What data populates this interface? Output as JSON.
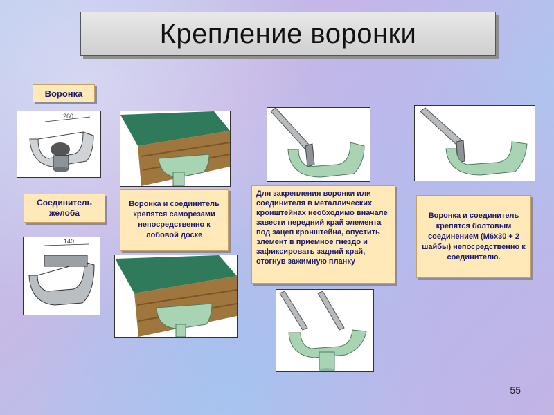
{
  "slide": {
    "title": "Крепление воронки",
    "page_number": "55"
  },
  "labels": {
    "funnel": "Воронка",
    "connector": "Соединитель желоба"
  },
  "dimensions": {
    "funnel_width": "260",
    "connector_width": "140"
  },
  "descriptions": {
    "screws": "Воронка и соединитель крепятся саморезами непосредственно к лобовой доске",
    "bracket": "Для закрепления воронки или соединителя в металлических кронштейнах необходимо вначале завести передний край элемента под зацеп кронштейна, опустить элемент в приемное гнездо и зафиксировать задний край, отогнув зажимную планку",
    "bolt": "Воронка и соединитель крепятся болтовым соединением (М6х30 + 2 шайбы) непосредственно к соединителю."
  },
  "colors": {
    "label_fill": "#ffe9b8",
    "label_text": "#1a1a6e",
    "gutter_green": "#a8d4b4",
    "wood": "#a0763f",
    "roof_green": "#2f7a5a"
  }
}
